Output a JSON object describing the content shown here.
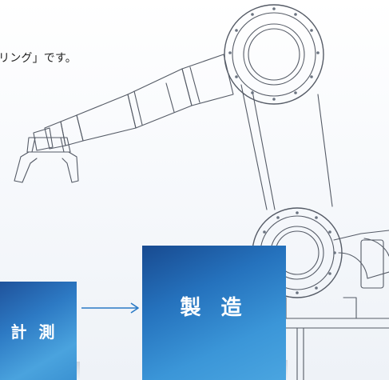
{
  "headline": {
    "text": "リング」です。"
  },
  "process": {
    "measure_label": "計 測",
    "manufacture_label": "製 造"
  },
  "colors": {
    "accent_blue": "#2a7ac6",
    "line_art": "#555b66"
  },
  "icons": {
    "arrow": "arrow-right-icon",
    "robot": "robot-arm-illustration"
  }
}
